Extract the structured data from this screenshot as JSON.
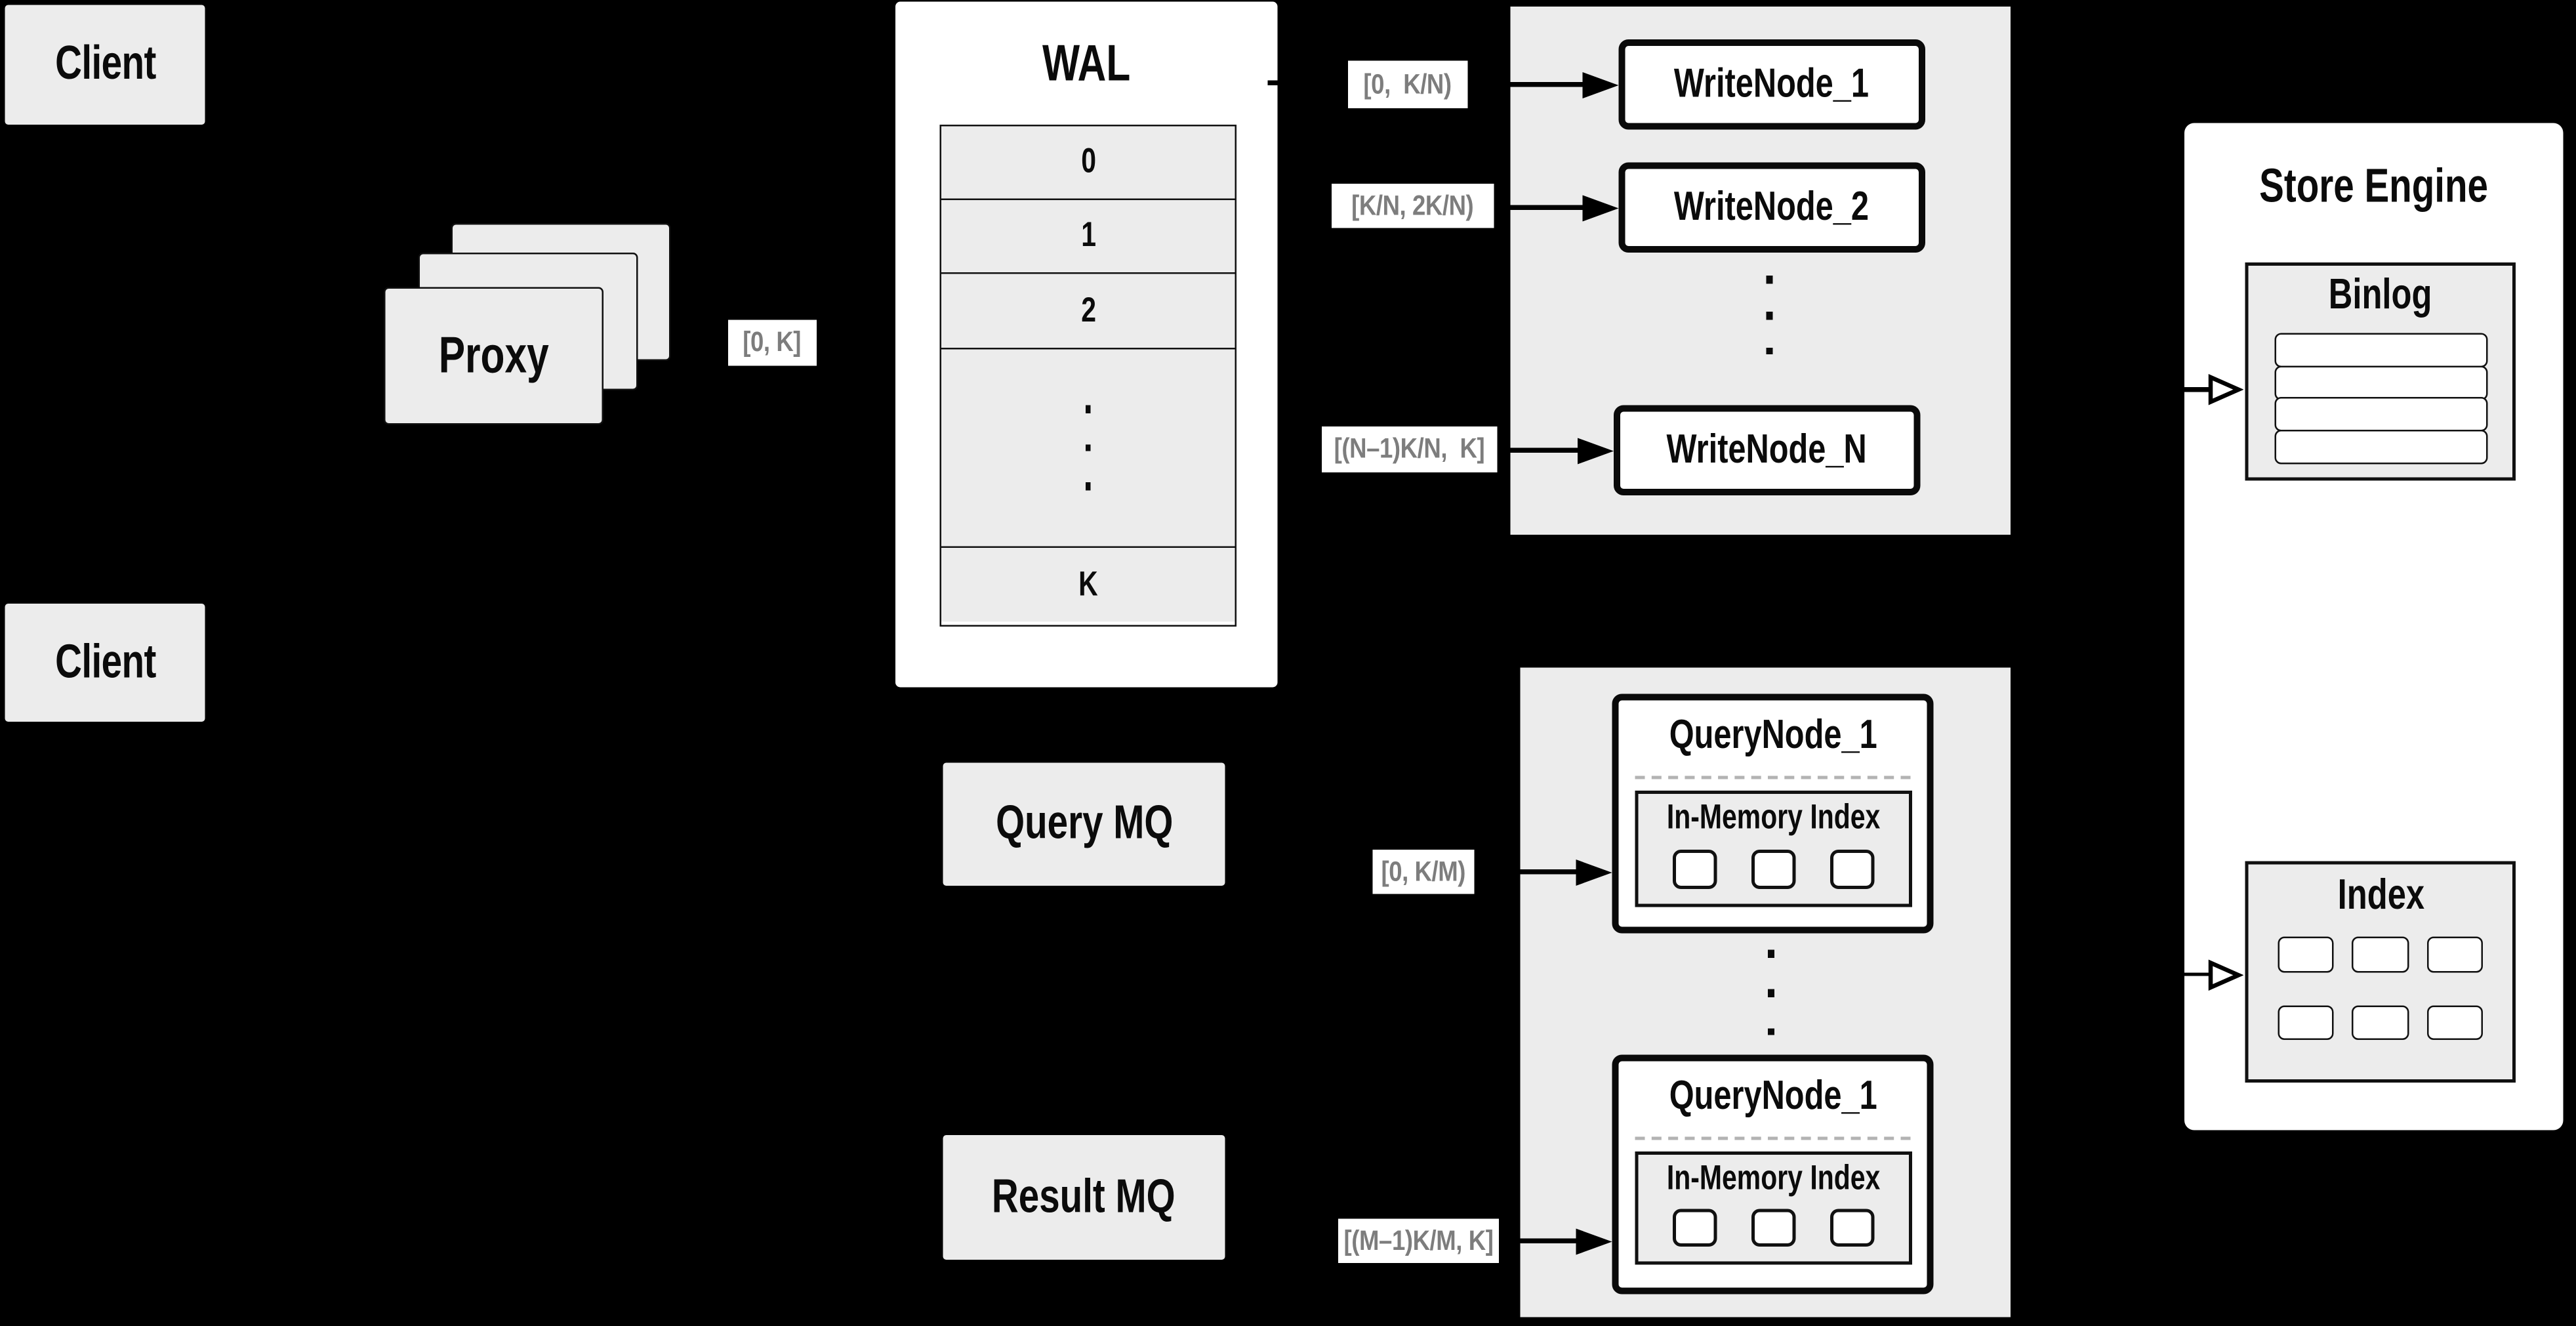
{
  "colors": {
    "background": "#000000",
    "panel_white": "#ffffff",
    "box_gray": "#ececec",
    "border_dark": "#0a0a0a",
    "label_text_gray": "#7d7d7d",
    "dashed_divider": "#b3b3b3"
  },
  "clients": {
    "top": "Client",
    "bottom": "Client"
  },
  "proxy": {
    "label": "Proxy"
  },
  "edge_labels": {
    "proxy_wal": "[0, K]",
    "wal_write_1": "[0,  K/N)",
    "wal_write_2": "[K/N, 2K/N)",
    "wal_write_n": "[(N–1)K/N,  K]",
    "mq_query_1": "[0, K/M)",
    "mq_query_m": "[(M–1)K/M, K]"
  },
  "wal": {
    "title": "WAL",
    "segments": [
      "0",
      "1",
      "2",
      "K"
    ]
  },
  "write_group": {
    "node_1": "WriteNode_1",
    "node_2": "WriteNode_2",
    "node_n": "WriteNode_N"
  },
  "mq": {
    "query": "Query MQ",
    "result": "Result MQ"
  },
  "query_group": {
    "node_top": {
      "title": "QueryNode_1",
      "index_title": "In-Memory Index"
    },
    "node_bottom": {
      "title": "QueryNode_1",
      "index_title": "In-Memory Index"
    }
  },
  "store_engine": {
    "title": "Store Engine",
    "binlog_title": "Binlog",
    "index_title": "Index"
  }
}
